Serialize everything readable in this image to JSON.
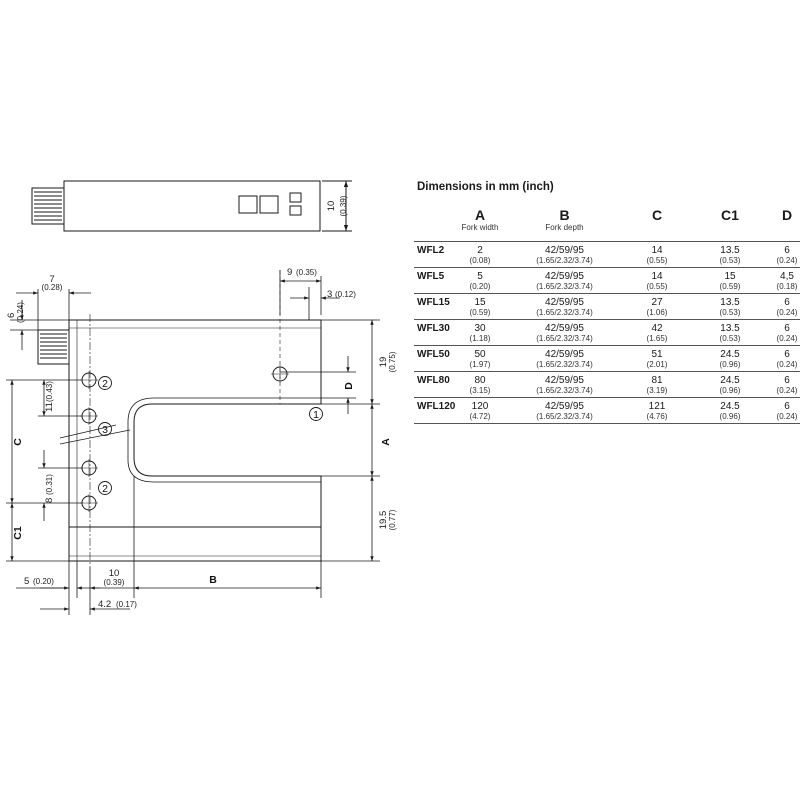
{
  "table": {
    "title": "Dimensions in mm (inch)",
    "headers": [
      {
        "key": "A",
        "sub": "Fork width"
      },
      {
        "key": "B",
        "sub": "Fork depth"
      },
      {
        "key": "C",
        "sub": ""
      },
      {
        "key": "C1",
        "sub": ""
      },
      {
        "key": "D",
        "sub": ""
      }
    ],
    "rows": [
      {
        "model": "WFL2",
        "A": [
          "2",
          "(0.08)"
        ],
        "B": [
          "42/59/95",
          "(1.65/2.32/3.74)"
        ],
        "C": [
          "14",
          "(0.55)"
        ],
        "C1": [
          "13.5",
          "(0.53)"
        ],
        "D": [
          "6",
          "(0.24)"
        ]
      },
      {
        "model": "WFL5",
        "A": [
          "5",
          "(0.20)"
        ],
        "B": [
          "42/59/95",
          "(1.65/2.32/3.74)"
        ],
        "C": [
          "14",
          "(0.55)"
        ],
        "C1": [
          "15",
          "(0.59)"
        ],
        "D": [
          "4,5",
          "(0.18)"
        ]
      },
      {
        "model": "WFL15",
        "A": [
          "15",
          "(0.59)"
        ],
        "B": [
          "42/59/95",
          "(1.65/2.32/3.74)"
        ],
        "C": [
          "27",
          "(1.06)"
        ],
        "C1": [
          "13.5",
          "(0.53)"
        ],
        "D": [
          "6",
          "(0.24)"
        ]
      },
      {
        "model": "WFL30",
        "A": [
          "30",
          "(1.18)"
        ],
        "B": [
          "42/59/95",
          "(1.65/2.32/3.74)"
        ],
        "C": [
          "42",
          "(1.65)"
        ],
        "C1": [
          "13.5",
          "(0.53)"
        ],
        "D": [
          "6",
          "(0.24)"
        ]
      },
      {
        "model": "WFL50",
        "A": [
          "50",
          "(1.97)"
        ],
        "B": [
          "42/59/95",
          "(1.65/2.32/3.74)"
        ],
        "C": [
          "51",
          "(2.01)"
        ],
        "C1": [
          "24.5",
          "(0.96)"
        ],
        "D": [
          "6",
          "(0.24)"
        ]
      },
      {
        "model": "WFL80",
        "A": [
          "80",
          "(3.15)"
        ],
        "B": [
          "42/59/95",
          "(1.65/2.32/3.74)"
        ],
        "C": [
          "81",
          "(3.19)"
        ],
        "C1": [
          "24.5",
          "(0.96)"
        ],
        "D": [
          "6",
          "(0.24)"
        ]
      },
      {
        "model": "WFL120",
        "A": [
          "120",
          "(4.72)"
        ],
        "B": [
          "42/59/95",
          "(1.65/2.32/3.74)"
        ],
        "C": [
          "121",
          "(4.76)"
        ],
        "C1": [
          "24.5",
          "(0.96)"
        ],
        "D": [
          "6",
          "(0.24)"
        ]
      }
    ]
  },
  "drawing": {
    "dims": {
      "top_h": "10",
      "top_h_in": "(0.39)",
      "d7": "7",
      "d7_in": "(0.28)",
      "d6": "6",
      "d6_in": "(0.24)",
      "d9": "9",
      "d9_in": "(0.35)",
      "d3": "3",
      "d3_in": "(0.12)",
      "d19": "19",
      "d19_in": "(0.75)",
      "d11": "11",
      "d11_in": "(0.43)",
      "d8": "8",
      "d8_in": "(0.31)",
      "d195": "19.5",
      "d195_in": "(0.77)",
      "d5": "5",
      "d5_in": "(0.20)",
      "d10": "10",
      "d10_in": "(0.39)",
      "d42": "4.2",
      "d42_in": "(0.17)"
    },
    "letters": {
      "A": "A",
      "B": "B",
      "C": "C",
      "C1": "C1",
      "D": "D"
    },
    "callouts": {
      "one": "1",
      "two": "2",
      "three": "3"
    }
  },
  "colors": {
    "line": "#1a1a1a",
    "rule": "#555555"
  }
}
